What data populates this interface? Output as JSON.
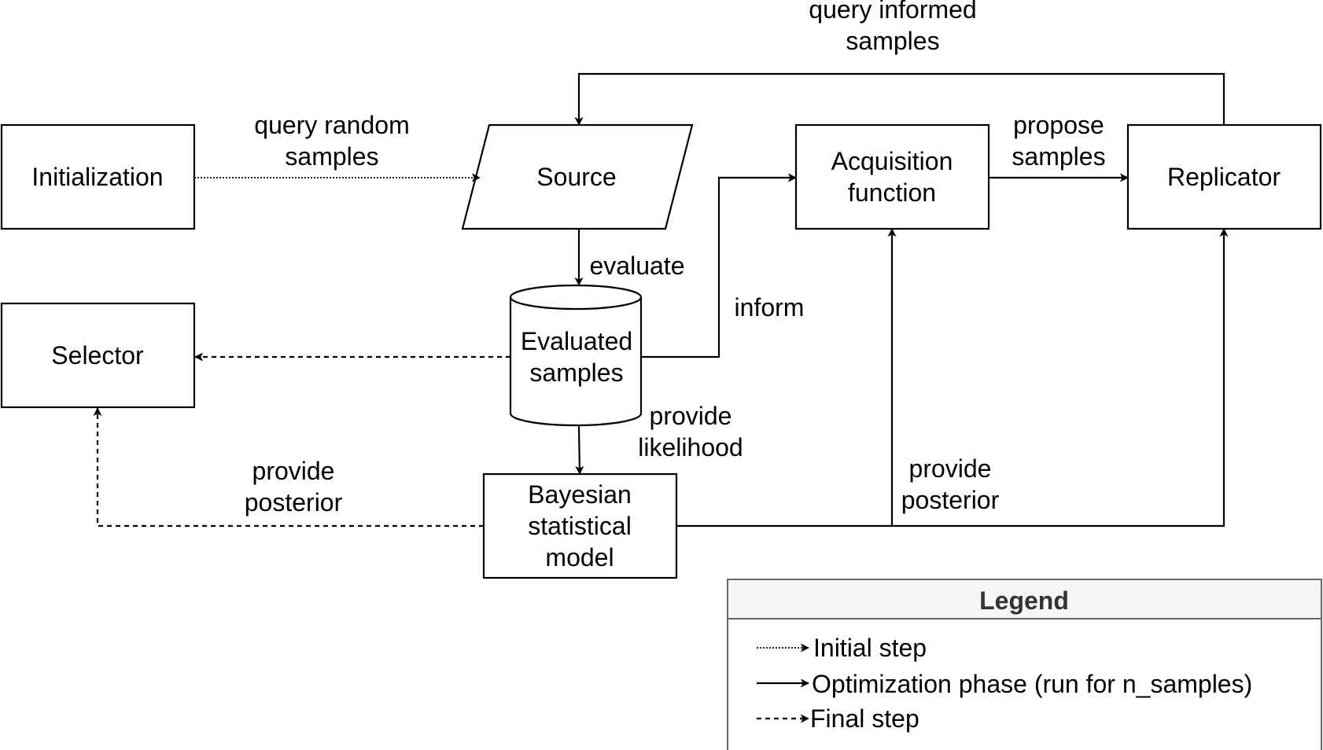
{
  "nodes": {
    "initialization": [
      "Initialization"
    ],
    "source": [
      "Source"
    ],
    "acquisition": [
      "Acquisition",
      "function"
    ],
    "replicator": [
      "Replicator"
    ],
    "selector": [
      "Selector"
    ],
    "evaluated": [
      "Evaluated",
      "samples"
    ],
    "bayesian": [
      "Bayesian",
      "statistical",
      "model"
    ]
  },
  "edges": {
    "query_random": [
      "query random",
      "samples"
    ],
    "query_informed": [
      "query informed",
      "samples"
    ],
    "evaluate": [
      "evaluate"
    ],
    "inform": [
      "inform"
    ],
    "propose": [
      "propose",
      "samples"
    ],
    "provide_likelihood": [
      "provide",
      "likelihood"
    ],
    "provide_posterior_left": [
      "provide",
      "posterior"
    ],
    "provide_posterior_right": [
      "provide",
      "posterior"
    ]
  },
  "legend": {
    "title": "Legend",
    "items": [
      {
        "style": "dotted",
        "label": "Initial step"
      },
      {
        "style": "solid",
        "label": "Optimization phase (run for n_samples)"
      },
      {
        "style": "dashed",
        "label": "Final step"
      }
    ]
  },
  "colors": {
    "stroke": "#000000",
    "legend_header_bg": "#f5f5f5",
    "legend_border": "#666666",
    "legend_title": "#333333"
  }
}
